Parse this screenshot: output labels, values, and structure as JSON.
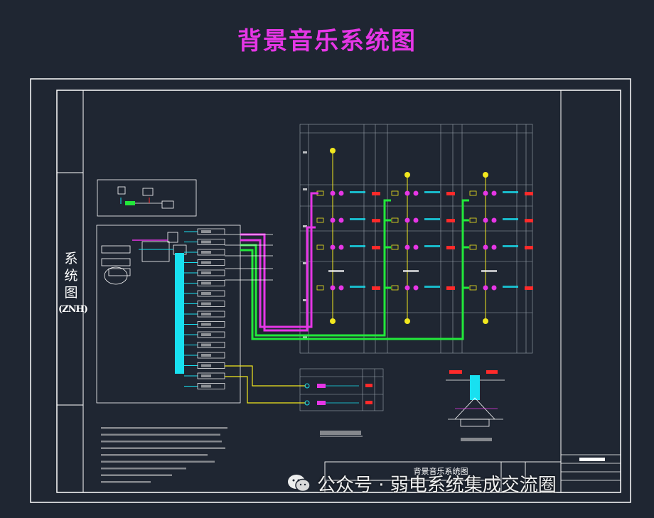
{
  "title": "背景音乐系统图",
  "side_label": {
    "line1": "系",
    "line2": "统",
    "line3": "图",
    "code": "(ZNH)"
  },
  "title_block": {
    "drawing_name": "背景音乐系统图"
  },
  "watermark": "公众号 · 弱电系统集成交流圈",
  "colors": {
    "background": "#1f2632",
    "title": "#e636e6",
    "frame": "#ffffff",
    "cyan": "#18e0f0",
    "magenta": "#e636e6",
    "green": "#22e83a",
    "yellow": "#f2e81e",
    "red": "#ff2a2a"
  }
}
